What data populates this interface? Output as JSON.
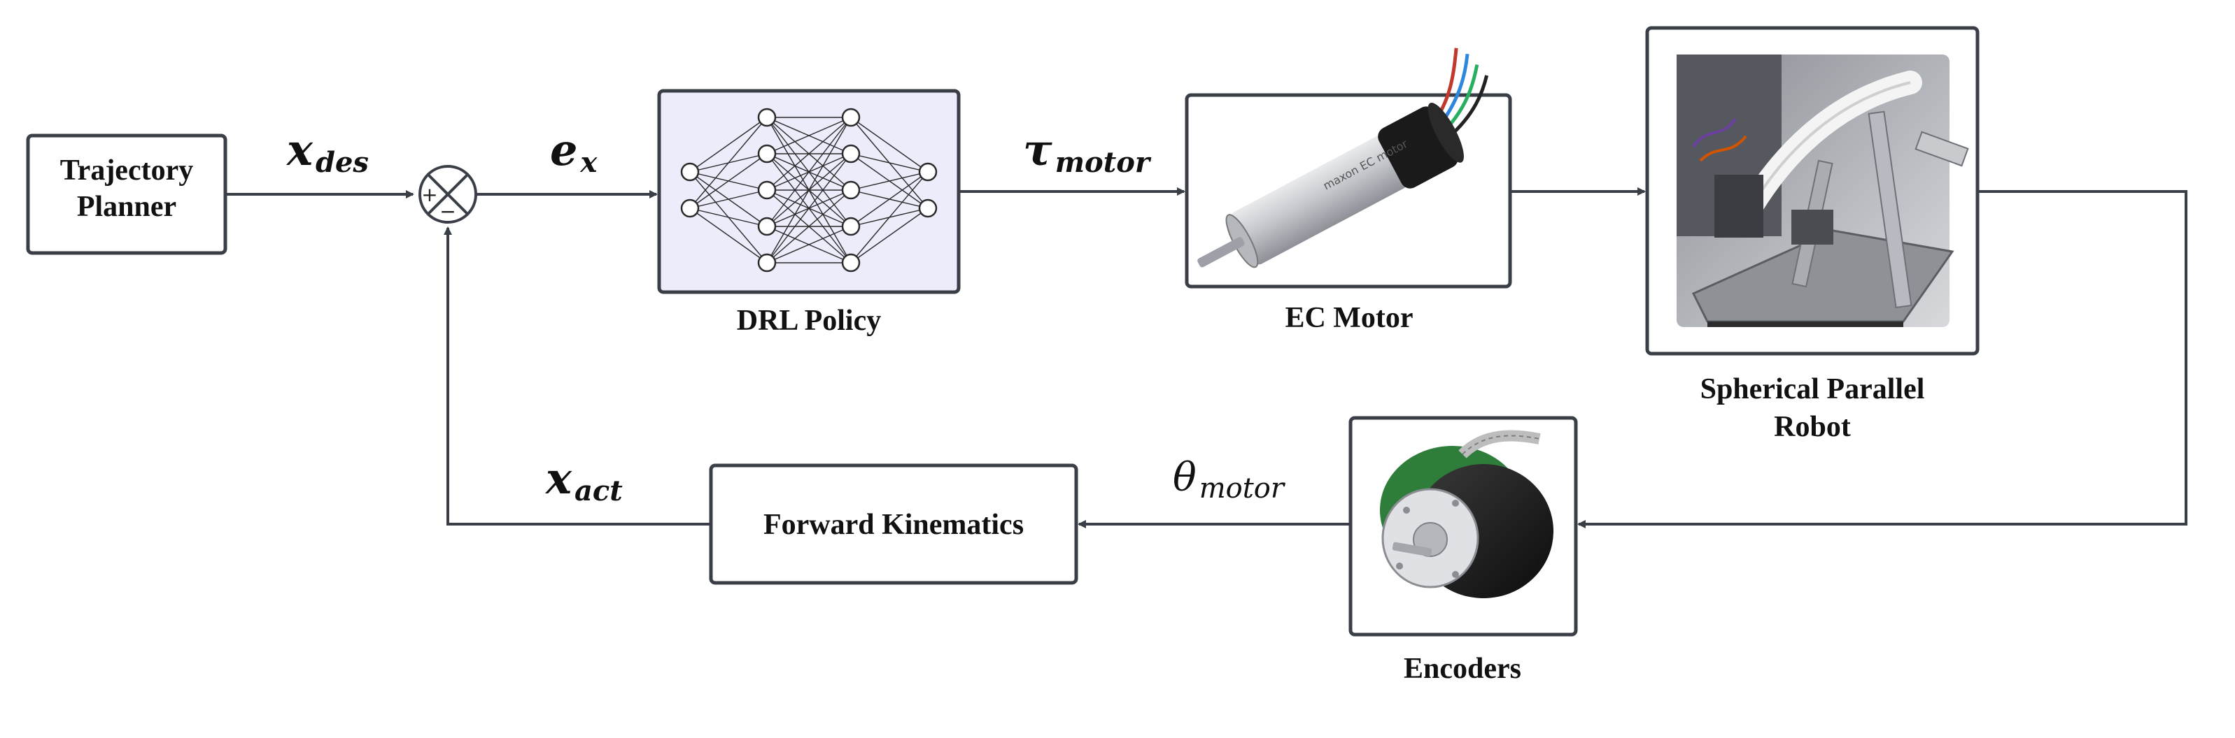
{
  "blocks": {
    "trajectory_planner": {
      "line1": "Trajectory",
      "line2": "Planner"
    },
    "forward_kinematics": {
      "label": "Forward Kinematics"
    }
  },
  "captions": {
    "drl_policy": "DRL Policy",
    "ec_motor": "EC Motor",
    "robot_line1": "Spherical Parallel",
    "robot_line2": "Robot",
    "encoders": "Encoders"
  },
  "signals": {
    "x_des": {
      "main": "x",
      "sub": "des"
    },
    "e_x": {
      "main": "e",
      "sub": "x"
    },
    "tau_motor": {
      "main": "τ",
      "sub": "motor"
    },
    "theta_motor": {
      "main": "θ",
      "sub": "motor"
    },
    "x_act": {
      "main": "x",
      "sub": "act"
    }
  },
  "summing_junction": {
    "plus": "+",
    "minus": "−"
  },
  "images": {
    "motor_brand_text": "maxon EC motor"
  },
  "colors": {
    "line": "#3a3f47",
    "policy_fill": "#ececfb",
    "node_fill": "#ffffff",
    "motor_body": "#c9ccd1",
    "encoder_body": "#1c1c1c",
    "encoder_pcb": "#2f7d3a"
  },
  "icons": [
    "neural-network-icon",
    "ec-motor-photo",
    "spherical-parallel-robot-photo",
    "encoder-photo",
    "summing-junction-icon"
  ]
}
